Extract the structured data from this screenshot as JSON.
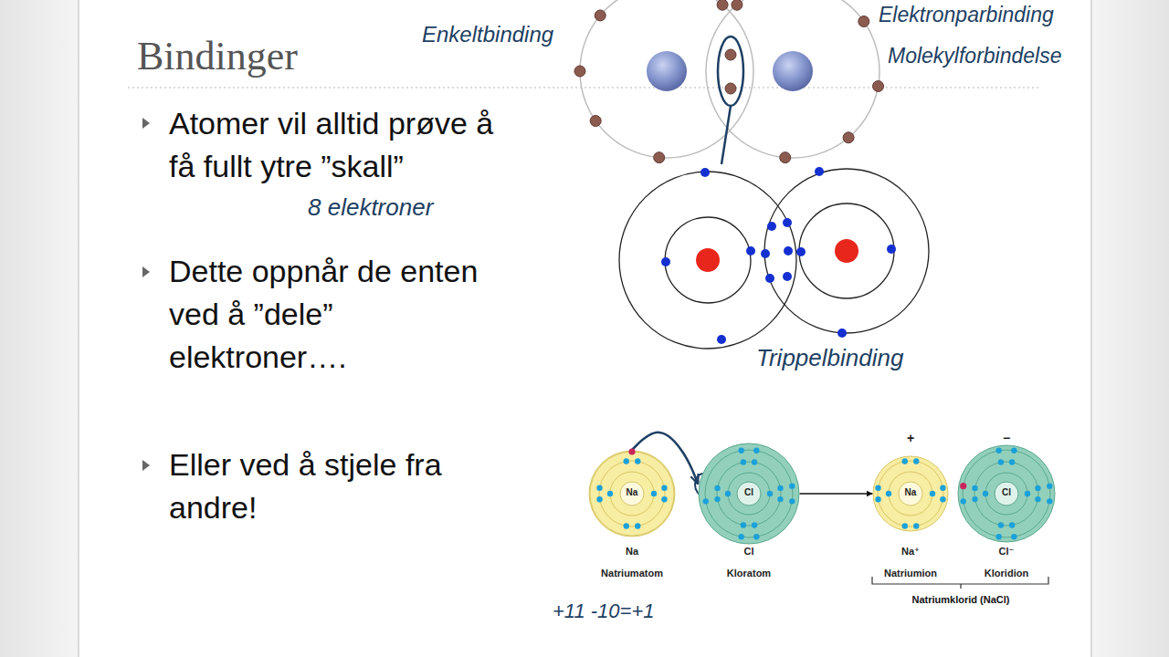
{
  "diagram": {
    "title": "Bindinger",
    "nodes": [
      {
        "text": [
          "Na",
          "Na",
          "Natriumatom"
        ]
      },
      {
        "text": [
          "Cl",
          "Cl",
          "Kloratom"
        ]
      },
      {
        "text": [
          "+",
          "Na",
          "Na⁺",
          "Natriumion"
        ]
      },
      {
        "text": [
          "−",
          "Cl",
          "Cl⁻",
          "Kloridion"
        ]
      }
    ],
    "edges": [
      {
        "from": 0,
        "to": 1,
        "arrow": "to"
      },
      {
        "from": 1,
        "to": 2,
        "arrow": "to"
      }
    ],
    "labels": [
      "Atomer vil alltid prøve å få fullt ytre ”skall”",
      "8 elektroner",
      "Dette oppnår de enten ved å ”dele” elektroner….",
      "Eller ved å stjele fra andre!",
      "Enkeltbinding",
      "Elektronparbinding",
      "Molekylforbindelse",
      "Trippelbinding",
      "+11 -10=+1",
      "Natriumklorid (NaCl)"
    ]
  }
}
